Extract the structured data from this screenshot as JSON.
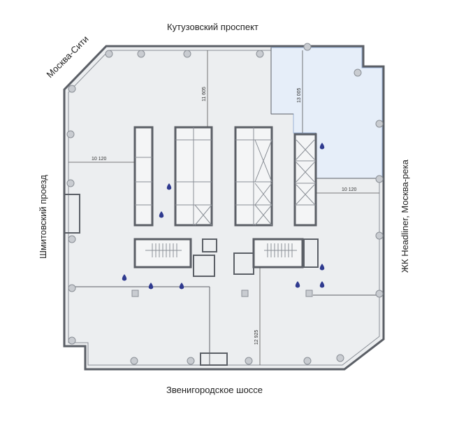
{
  "streets": {
    "top": "Кутузовский проспект",
    "bottom": "Звенигородское шоссе",
    "left": "Шмитовский проезд",
    "right": "ЖК Headliner, Москва-река",
    "corner": "Москва-Сити"
  },
  "dimensions": {
    "top_left": "11 605",
    "top_right": "13 005",
    "left": "10 120",
    "right": "10 120",
    "bottom": "12 925"
  },
  "colors": {
    "wall": "#5b5f66",
    "floor": "#eceef0",
    "highlight": "#e6eef9",
    "highlight_edge": "#9bb3d6",
    "drop": "#2f3a8f",
    "column": "#c9ccd1"
  },
  "icons": {
    "drop": "water-drop-icon",
    "column": "column-circle-icon"
  }
}
